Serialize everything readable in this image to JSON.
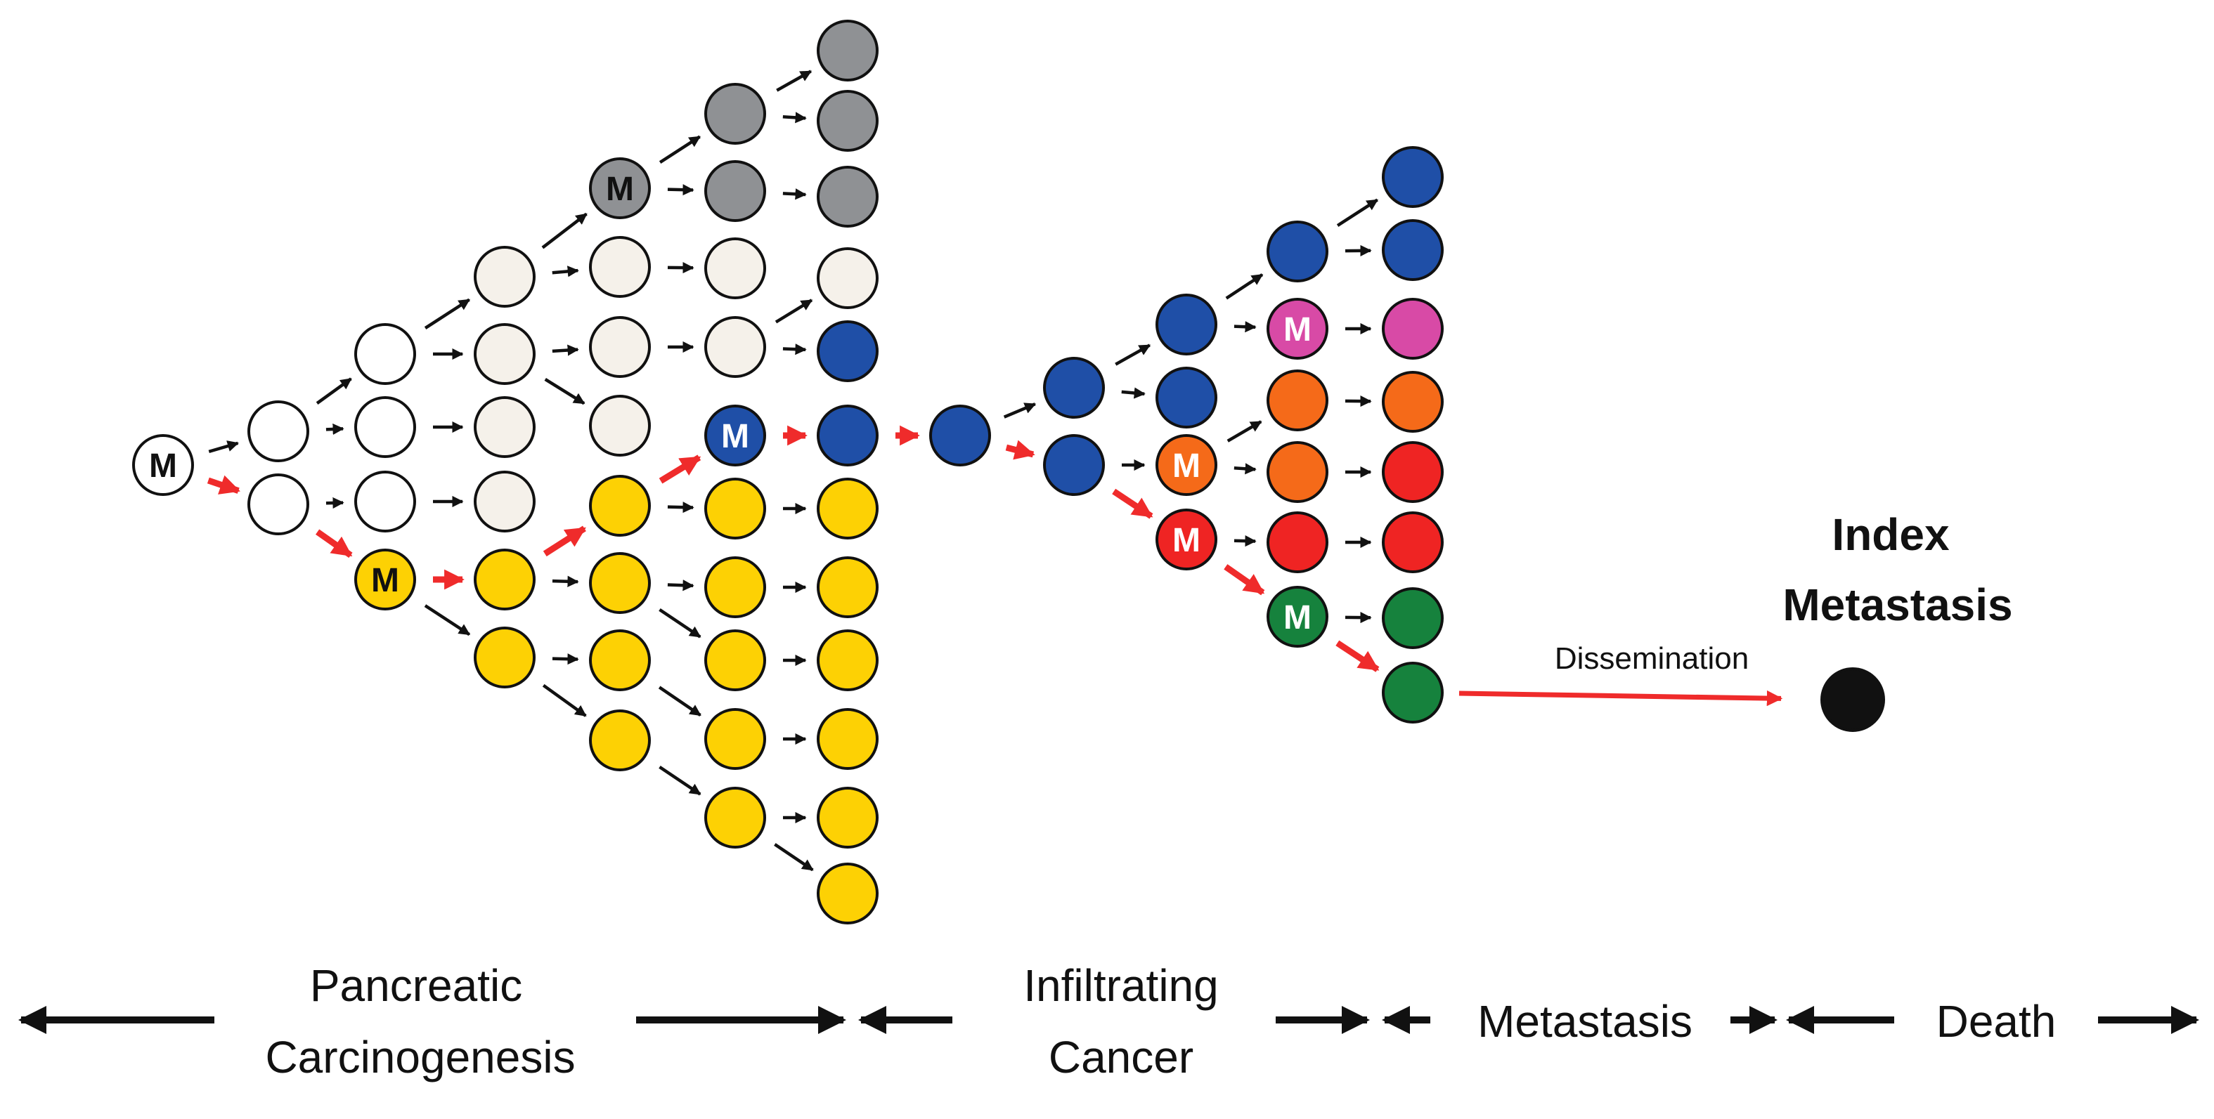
{
  "colors": {
    "normal": "#ffffff",
    "early": "#f5f1ea",
    "grey": "#8f9194",
    "yellow": "#fdd104",
    "blue": "#1f4fa7",
    "magenta": "#d84aa6",
    "orange": "#f56a19",
    "red": "#ef2423",
    "green": "#16823d",
    "black": "#111111",
    "path_arrow": "#ef2b2b",
    "arrow": "#111111"
  },
  "mutation_marker": "M",
  "index_metastasis": {
    "title_line1": "Index",
    "title_line2": "Metastasis"
  },
  "dissemination_label": "Dissemination",
  "phases": {
    "pancreatic_line1": "Pancreatic",
    "pancreatic_line2": "Carcinogenesis",
    "infiltrating_line1": "Infiltrating",
    "infiltrating_line2": "Cancer",
    "metastasis": "Metastasis",
    "death": "Death"
  },
  "nodes": [
    {
      "id": "c0",
      "color": "normal",
      "mut": true
    },
    {
      "id": "c1a",
      "color": "normal"
    },
    {
      "id": "c1b",
      "color": "normal"
    },
    {
      "id": "c2a",
      "color": "normal"
    },
    {
      "id": "c2b",
      "color": "normal"
    },
    {
      "id": "c2c",
      "color": "normal"
    },
    {
      "id": "c2d",
      "color": "yellow",
      "mut": true
    },
    {
      "id": "c3a",
      "color": "early"
    },
    {
      "id": "c3b",
      "color": "early"
    },
    {
      "id": "c3c",
      "color": "early"
    },
    {
      "id": "c3d",
      "color": "early"
    },
    {
      "id": "c3e",
      "color": "yellow"
    },
    {
      "id": "c3f",
      "color": "yellow"
    },
    {
      "id": "c4a",
      "color": "grey",
      "mut": true
    },
    {
      "id": "c4b",
      "color": "early"
    },
    {
      "id": "c4c",
      "color": "early"
    },
    {
      "id": "c4d",
      "color": "early"
    },
    {
      "id": "c4e",
      "color": "yellow"
    },
    {
      "id": "c4f",
      "color": "yellow"
    },
    {
      "id": "c4g",
      "color": "yellow"
    },
    {
      "id": "c4h",
      "color": "yellow"
    },
    {
      "id": "c5a",
      "color": "grey"
    },
    {
      "id": "c5b",
      "color": "grey"
    },
    {
      "id": "c5c",
      "color": "early"
    },
    {
      "id": "c5d",
      "color": "early"
    },
    {
      "id": "c5e",
      "color": "blue",
      "mut": true
    },
    {
      "id": "c5f",
      "color": "yellow"
    },
    {
      "id": "c5g",
      "color": "yellow"
    },
    {
      "id": "c5h",
      "color": "yellow"
    },
    {
      "id": "c5i",
      "color": "yellow"
    },
    {
      "id": "c5j",
      "color": "yellow"
    },
    {
      "id": "c6a",
      "color": "grey"
    },
    {
      "id": "c6b",
      "color": "grey"
    },
    {
      "id": "c6c",
      "color": "grey"
    },
    {
      "id": "c6d",
      "color": "early"
    },
    {
      "id": "c6e",
      "color": "blue"
    },
    {
      "id": "c6f",
      "color": "blue"
    },
    {
      "id": "c6g",
      "color": "yellow"
    },
    {
      "id": "c6h",
      "color": "yellow"
    },
    {
      "id": "c6i",
      "color": "yellow"
    },
    {
      "id": "c6j",
      "color": "yellow"
    },
    {
      "id": "c6k",
      "color": "yellow"
    },
    {
      "id": "c6l",
      "color": "yellow"
    },
    {
      "id": "i0",
      "color": "blue"
    },
    {
      "id": "i1a",
      "color": "blue"
    },
    {
      "id": "i1b",
      "color": "blue"
    },
    {
      "id": "i2a",
      "color": "blue"
    },
    {
      "id": "i2b",
      "color": "blue"
    },
    {
      "id": "i2c",
      "color": "orange",
      "mut": true
    },
    {
      "id": "i2d",
      "color": "red",
      "mut": true
    },
    {
      "id": "i3a",
      "color": "blue"
    },
    {
      "id": "i3b",
      "color": "magenta",
      "mut": true
    },
    {
      "id": "i3c",
      "color": "orange"
    },
    {
      "id": "i3d",
      "color": "orange"
    },
    {
      "id": "i3e",
      "color": "red"
    },
    {
      "id": "i3f",
      "color": "green",
      "mut": true
    },
    {
      "id": "i4a",
      "color": "blue"
    },
    {
      "id": "i4b",
      "color": "blue"
    },
    {
      "id": "i4c",
      "color": "magenta"
    },
    {
      "id": "i4d",
      "color": "orange"
    },
    {
      "id": "i4e",
      "color": "red"
    },
    {
      "id": "i4f",
      "color": "red"
    },
    {
      "id": "i4g",
      "color": "green"
    },
    {
      "id": "i4h",
      "color": "green"
    },
    {
      "id": "met",
      "color": "black"
    }
  ],
  "edges": [
    [
      "c0",
      "c1a"
    ],
    [
      "c0",
      "c1b",
      1
    ],
    [
      "c1a",
      "c2a"
    ],
    [
      "c1a",
      "c2b"
    ],
    [
      "c1b",
      "c2c"
    ],
    [
      "c1b",
      "c2d",
      1
    ],
    [
      "c2a",
      "c3a"
    ],
    [
      "c2a",
      "c3b"
    ],
    [
      "c2b",
      "c3c"
    ],
    [
      "c2c",
      "c3d"
    ],
    [
      "c2d",
      "c3e",
      1
    ],
    [
      "c2d",
      "c3f"
    ],
    [
      "c3a",
      "c4a"
    ],
    [
      "c3a",
      "c4b"
    ],
    [
      "c3b",
      "c4c"
    ],
    [
      "c3b",
      "c4d"
    ],
    [
      "c3e",
      "c4e",
      1
    ],
    [
      "c3e",
      "c4f"
    ],
    [
      "c3f",
      "c4g"
    ],
    [
      "c3f",
      "c4h"
    ],
    [
      "c4a",
      "c5a"
    ],
    [
      "c4a",
      "c5b"
    ],
    [
      "c4b",
      "c5c"
    ],
    [
      "c4c",
      "c5d"
    ],
    [
      "c4e",
      "c5e",
      1
    ],
    [
      "c4e",
      "c5f"
    ],
    [
      "c4f",
      "c5g"
    ],
    [
      "c4f",
      "c5h"
    ],
    [
      "c4g",
      "c5i"
    ],
    [
      "c4h",
      "c5j"
    ],
    [
      "c5a",
      "c6a"
    ],
    [
      "c5a",
      "c6b"
    ],
    [
      "c5b",
      "c6c"
    ],
    [
      "c5d",
      "c6d"
    ],
    [
      "c5d",
      "c6e"
    ],
    [
      "c5e",
      "c6f",
      1
    ],
    [
      "c5f",
      "c6g"
    ],
    [
      "c5g",
      "c6h"
    ],
    [
      "c5h",
      "c6i"
    ],
    [
      "c5i",
      "c6j"
    ],
    [
      "c5j",
      "c6k"
    ],
    [
      "c5j",
      "c6l"
    ],
    [
      "c6f",
      "i0",
      1
    ],
    [
      "i0",
      "i1a"
    ],
    [
      "i0",
      "i1b",
      1
    ],
    [
      "i1a",
      "i2a"
    ],
    [
      "i1a",
      "i2b"
    ],
    [
      "i1b",
      "i2c"
    ],
    [
      "i1b",
      "i2d",
      1
    ],
    [
      "i2a",
      "i3a"
    ],
    [
      "i2a",
      "i3b"
    ],
    [
      "i2c",
      "i3c"
    ],
    [
      "i2c",
      "i3d"
    ],
    [
      "i2d",
      "i3e"
    ],
    [
      "i2d",
      "i3f",
      1
    ],
    [
      "i3a",
      "i4a"
    ],
    [
      "i3a",
      "i4b"
    ],
    [
      "i3b",
      "i4c"
    ],
    [
      "i3c",
      "i4d"
    ],
    [
      "i3d",
      "i4e"
    ],
    [
      "i3e",
      "i4f"
    ],
    [
      "i3f",
      "i4g"
    ],
    [
      "i3f",
      "i4h",
      1
    ],
    [
      "i4h",
      "met",
      2
    ]
  ]
}
